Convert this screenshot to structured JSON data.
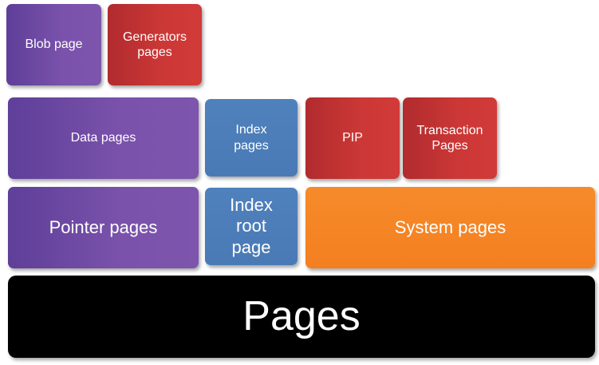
{
  "blocks": {
    "blob_page": "Blob page",
    "generators_pages": "Generators\npages",
    "data_pages": "Data pages",
    "index_pages": "Index\npages",
    "pip": "PIP",
    "transaction_pages": "Transaction\nPages",
    "pointer_pages": "Pointer pages",
    "index_root_page": "Index\nroot\npage",
    "system_pages": "System pages",
    "pages": "Pages"
  },
  "colors": {
    "purple": "#7a52ab",
    "red": "#cc3836",
    "blue": "#4f81bd",
    "orange": "#f68b2b",
    "black": "#000000"
  }
}
